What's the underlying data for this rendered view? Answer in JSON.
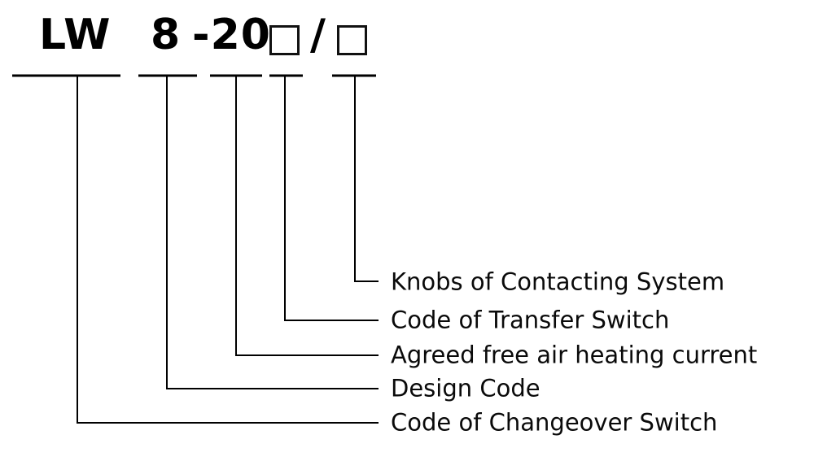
{
  "diagram": {
    "code": {
      "changeover_switch_code": "LW",
      "design_code": "8",
      "heating_current_code": "-20",
      "separator": "/"
    },
    "icons": {
      "placeholder_box": "empty-square-outline"
    },
    "labels": [
      "Knobs of Contacting System",
      "Code of Transfer Switch",
      "Agreed free air heating current",
      "Design Code",
      "Code of Changeover Switch"
    ],
    "colors": {
      "background": "#ffffff",
      "line": "#000000",
      "text": "#000000"
    }
  }
}
